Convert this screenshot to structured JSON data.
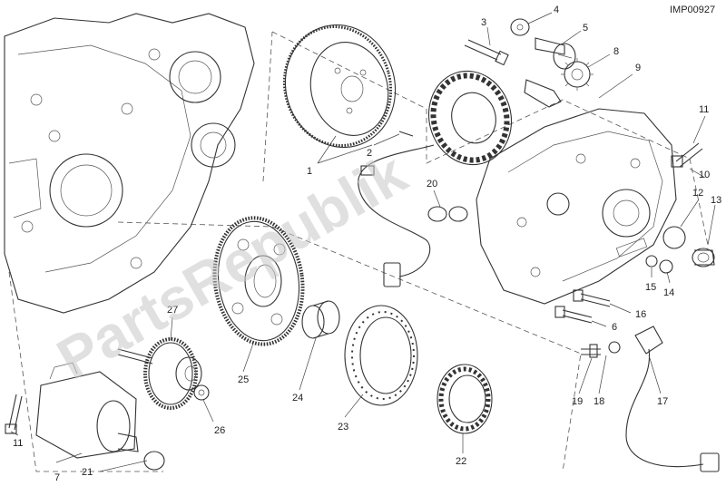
{
  "diagram": {
    "code": "IMP00927",
    "watermark": "PartsRepublik",
    "callouts": [
      "1",
      "2",
      "3",
      "4",
      "5",
      "6",
      "7",
      "8",
      "9",
      "10",
      "11",
      "12",
      "13",
      "14",
      "15",
      "16",
      "17",
      "18",
      "19",
      "20",
      "21",
      "22",
      "23",
      "24",
      "25",
      "26",
      "27"
    ]
  }
}
